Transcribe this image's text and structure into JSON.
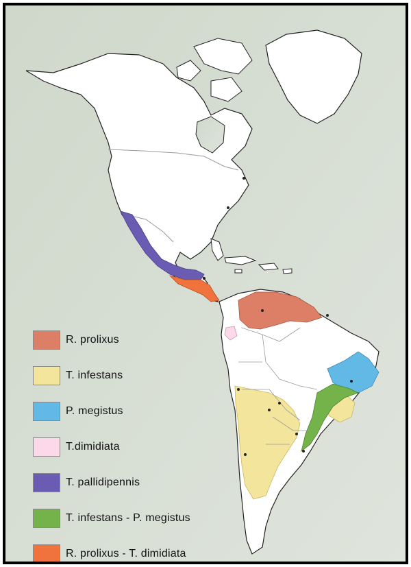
{
  "colors": {
    "background": "#d6ddd2",
    "land": "#ffffff",
    "coast": "#222222",
    "border": "#9a9a9a"
  },
  "legend": {
    "items": [
      {
        "label": "R. prolixus",
        "color": "#dc7f66"
      },
      {
        "label": "T. infestans",
        "color": "#f4e59c"
      },
      {
        "label": "P. megistus",
        "color": "#63b9e6"
      },
      {
        "label": "T.dimidiata",
        "color": "#fbd9ea"
      },
      {
        "label": "T. pallidipennis",
        "color": "#6a5bb3"
      },
      {
        "label": "T. infestans - P. megistus",
        "color": "#74b24a"
      },
      {
        "label": "R. prolixus - T. dimidiata",
        "color": "#f0733e"
      }
    ]
  }
}
